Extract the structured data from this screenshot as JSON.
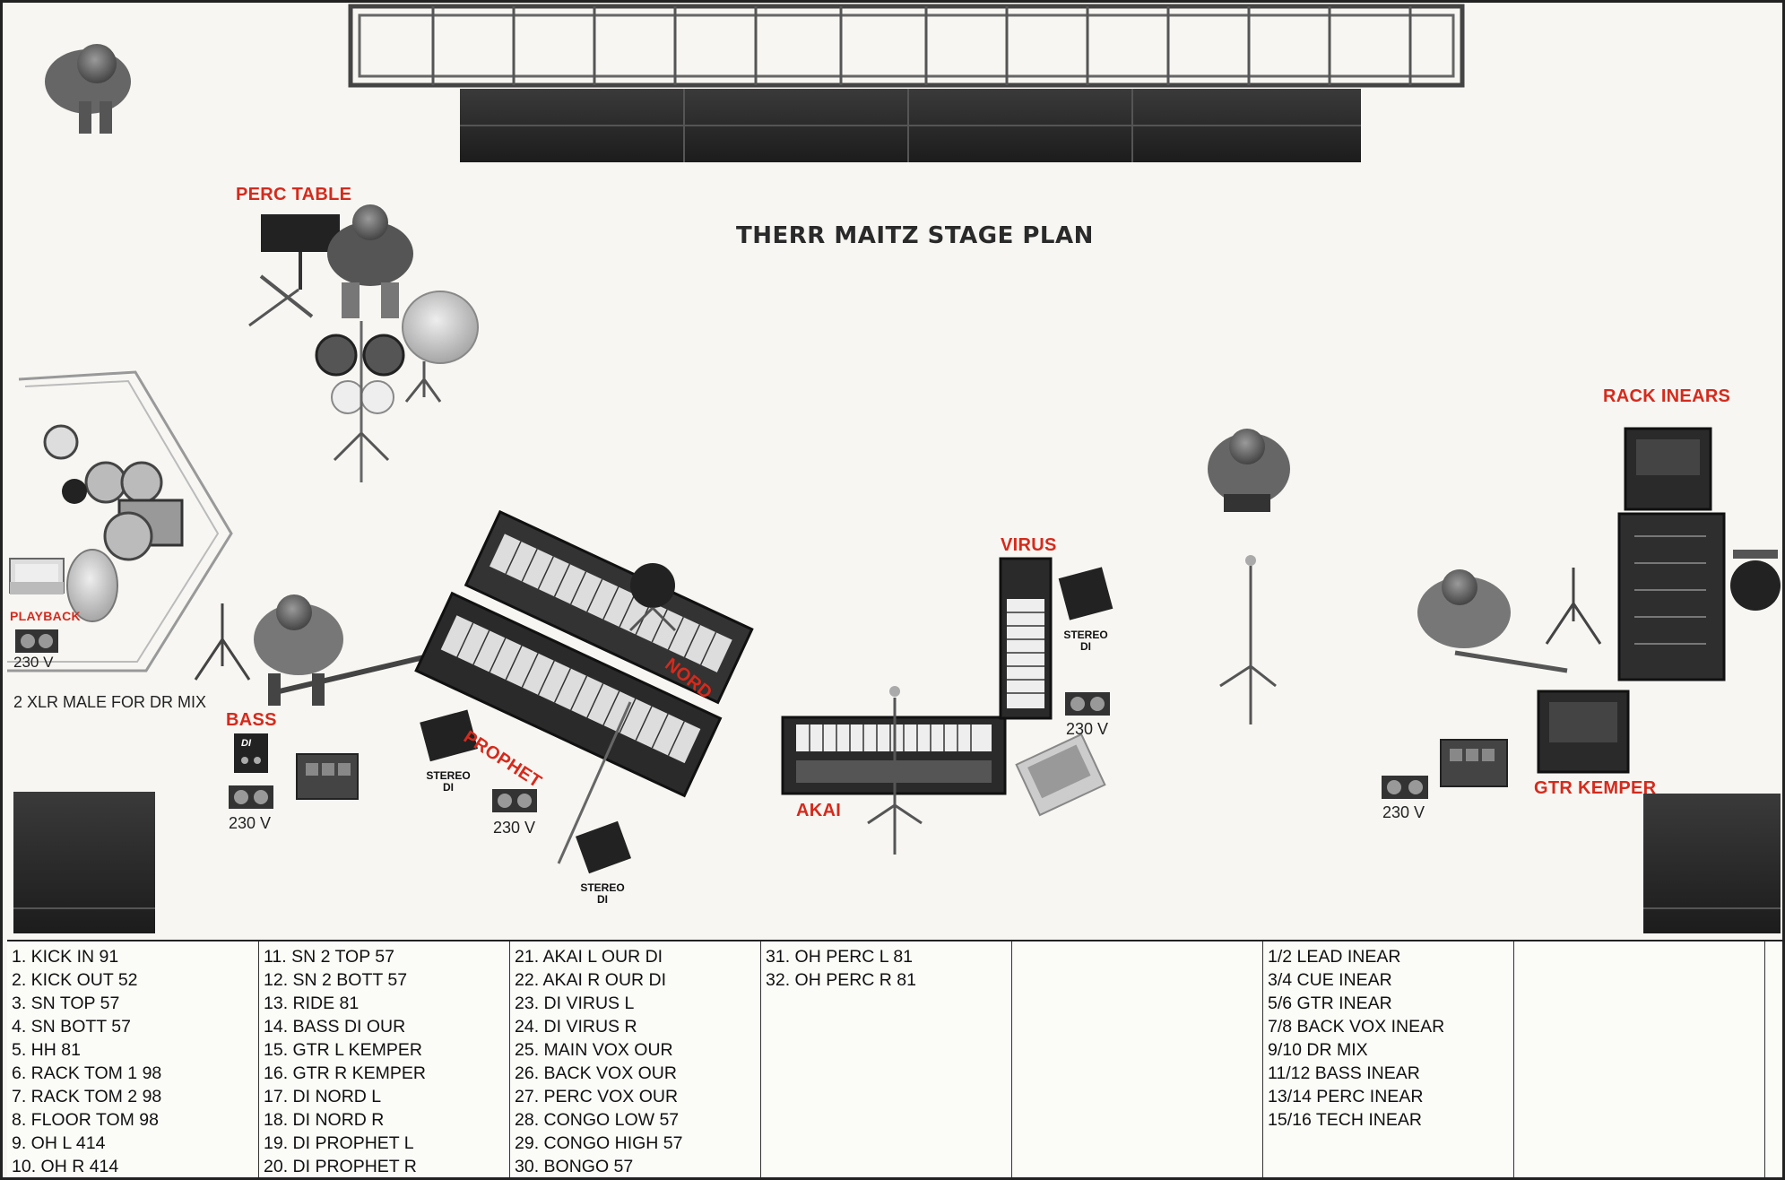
{
  "title": "THERR MAITZ STAGE PLAN",
  "labels": {
    "perc_table": "PERC TABLE",
    "playback": "PLAYBACK",
    "bass": "BASS",
    "nord": "NORD",
    "prophet": "PROPHET",
    "akai": "AKAI",
    "virus": "VIRUS",
    "rack_inears": "RACK INEARS",
    "gtr_kemper": "GTR KEMPER"
  },
  "notes": {
    "dr_mix": "2 XLR MALE FOR DR MIX",
    "di_box": "DI"
  },
  "power": {
    "playback": "230 V",
    "bass": "230 V",
    "prophet": "230 V",
    "virus": "230 V",
    "gtr": "230 V"
  },
  "stereo_di": {
    "prophet": "STEREO\nDI",
    "nord": "STEREO\nDI",
    "virus": "STEREO\nDI"
  },
  "patch_list": {
    "columns": [
      [
        "1. KICK IN  91",
        "2. KICK OUT 52",
        "3. SN TOP 57",
        "4. SN BOTT 57",
        "5. HH 81",
        "6. RACK TOM 1 98",
        "7. RACK TOM 2 98",
        "8. FLOOR TOM 98",
        "9. OH L 414",
        "10. OH R 414"
      ],
      [
        "11. SN 2 TOP 57",
        "12. SN 2 BOTT 57",
        "13. RIDE 81",
        "14. BASS DI OUR",
        "15. GTR L KEMPER",
        "16. GTR R KEMPER",
        "17. DI NORD L",
        "18. DI NORD R",
        "19. DI PROPHET L",
        "20. DI PROPHET R"
      ],
      [
        "21. AKAI L  OUR DI",
        "22. AKAI R OUR DI",
        "23. DI VIRUS L",
        "24. DI VIRUS R",
        "25. MAIN VOX OUR",
        "26. BACK VOX OUR",
        "27. PERC VOX OUR",
        "28. CONGO LOW 57",
        "29. CONGO HIGH 57",
        "30. BONGO 57"
      ],
      [
        "31. OH PERC L  81",
        "32. OH PERC R  81"
      ],
      [],
      [
        "1/2 LEAD INEAR",
        "3/4 CUE INEAR",
        "5/6 GTR INEAR",
        "7/8 BACK VOX INEAR",
        "9/10 DR MIX",
        "11/12 BASS INEAR",
        "13/14 PERC INEAR",
        "15/16  TECH INEAR"
      ],
      [],
      []
    ]
  },
  "colors": {
    "label_red": "#d62a1c",
    "background": "#f7f6f2"
  }
}
